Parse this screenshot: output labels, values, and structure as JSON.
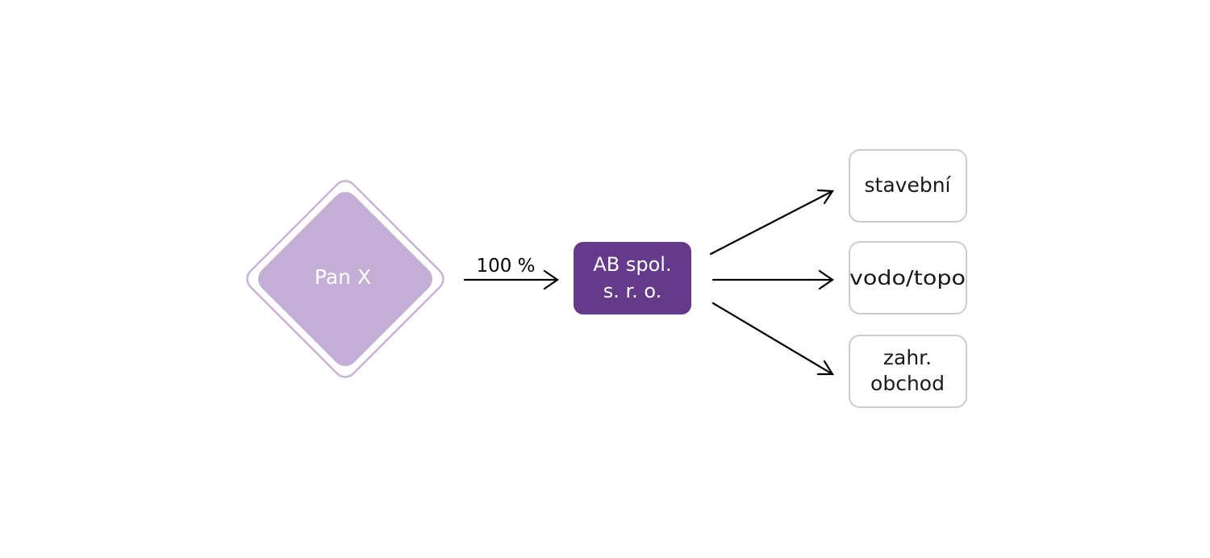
{
  "owner": {
    "label": "Pan X",
    "fill_color": "#c5aed6",
    "outline_color": "#c9b2d9"
  },
  "ownership_edge": {
    "label": "100 %"
  },
  "company": {
    "label_line1": "AB spol.",
    "label_line2": "s. r. o.",
    "fill_color": "#663a8a"
  },
  "divisions": [
    {
      "line1": "stavební",
      "line2": ""
    },
    {
      "line1": "vodo/topo",
      "line2": ""
    },
    {
      "line1": "zahr.",
      "line2": "obchod"
    }
  ],
  "division_border_color": "#cccccc",
  "arrow_color": "#000000"
}
